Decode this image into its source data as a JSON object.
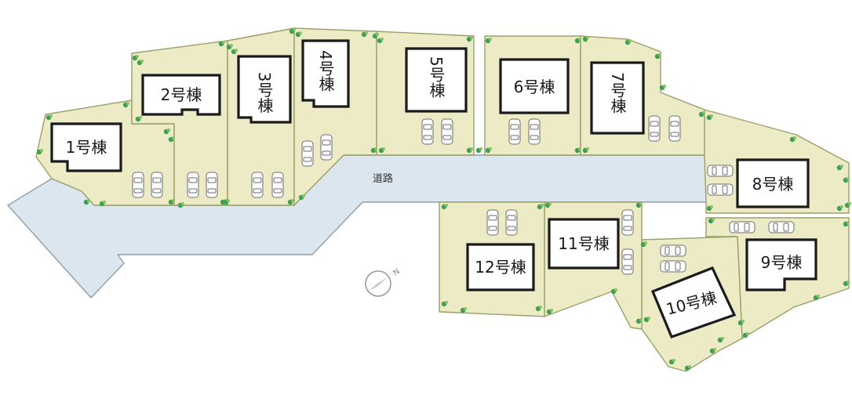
{
  "road_label": "道路",
  "compass_letter": "N",
  "buildings": [
    {
      "id": "1",
      "label": "1号棟"
    },
    {
      "id": "2",
      "label": "2号棟"
    },
    {
      "id": "3",
      "label": "3号棟"
    },
    {
      "id": "4",
      "label": "4号棟"
    },
    {
      "id": "5",
      "label": "5号棟"
    },
    {
      "id": "6",
      "label": "6号棟"
    },
    {
      "id": "7",
      "label": "7号棟"
    },
    {
      "id": "8",
      "label": "8号棟"
    },
    {
      "id": "9",
      "label": "9号棟"
    },
    {
      "id": "10",
      "label": "10号棟"
    },
    {
      "id": "11",
      "label": "11号棟"
    },
    {
      "id": "12",
      "label": "12号棟"
    }
  ],
  "colors": {
    "lot": "#ecebc6",
    "road": "#dbe6ee",
    "building_outline": "#1a1a1a",
    "tree": "#3fa052"
  }
}
